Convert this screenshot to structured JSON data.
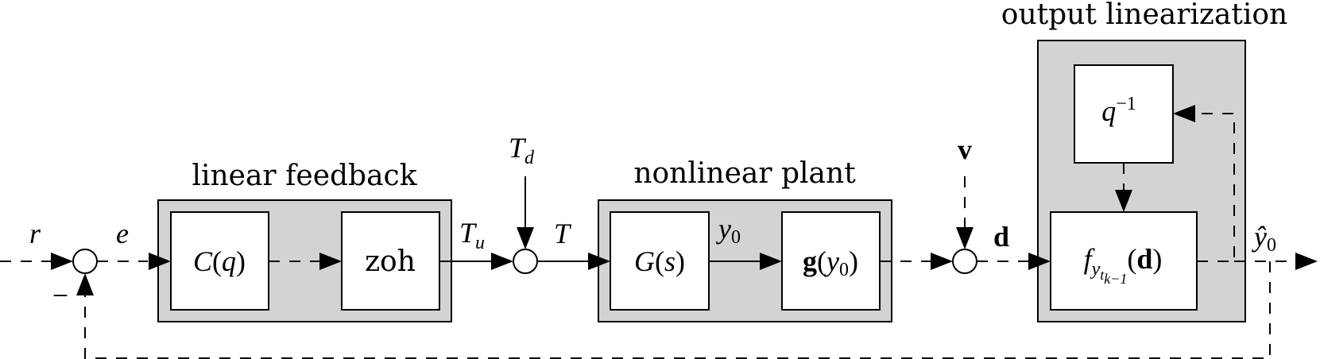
{
  "groups": {
    "linear_feedback": "linear feedback",
    "nonlinear_plant": "nonlinear plant",
    "output_linearization": "output linearization"
  },
  "blocks": {
    "controller": {
      "main": "C",
      "open": "(",
      "arg": "q",
      "close": ")"
    },
    "zoh": "zoh",
    "plant": {
      "main": "G",
      "open": "(",
      "arg": "s",
      "close": ")"
    },
    "output_map": {
      "main": "g",
      "open": "(",
      "arg": "y",
      "sub": "0",
      "close": ")"
    },
    "delay": {
      "main": "q",
      "sup": "−1"
    },
    "linearizer": {
      "main": "f",
      "sub": "y",
      "subsub": "t",
      "subsubsub": "k−1",
      "open": "(",
      "arg": "d",
      "close": ")"
    }
  },
  "signals": {
    "reference": "r",
    "error": "e",
    "control_torque": {
      "main": "T",
      "sub": "u"
    },
    "disturbance": {
      "main": "T",
      "sub": "d"
    },
    "total_torque": "T",
    "plant_output": {
      "main": "y",
      "sub": "0"
    },
    "noise": "v",
    "measurement": "d",
    "estimate": {
      "main": "ŷ",
      "sub": "0"
    },
    "negative_sign": "−"
  }
}
